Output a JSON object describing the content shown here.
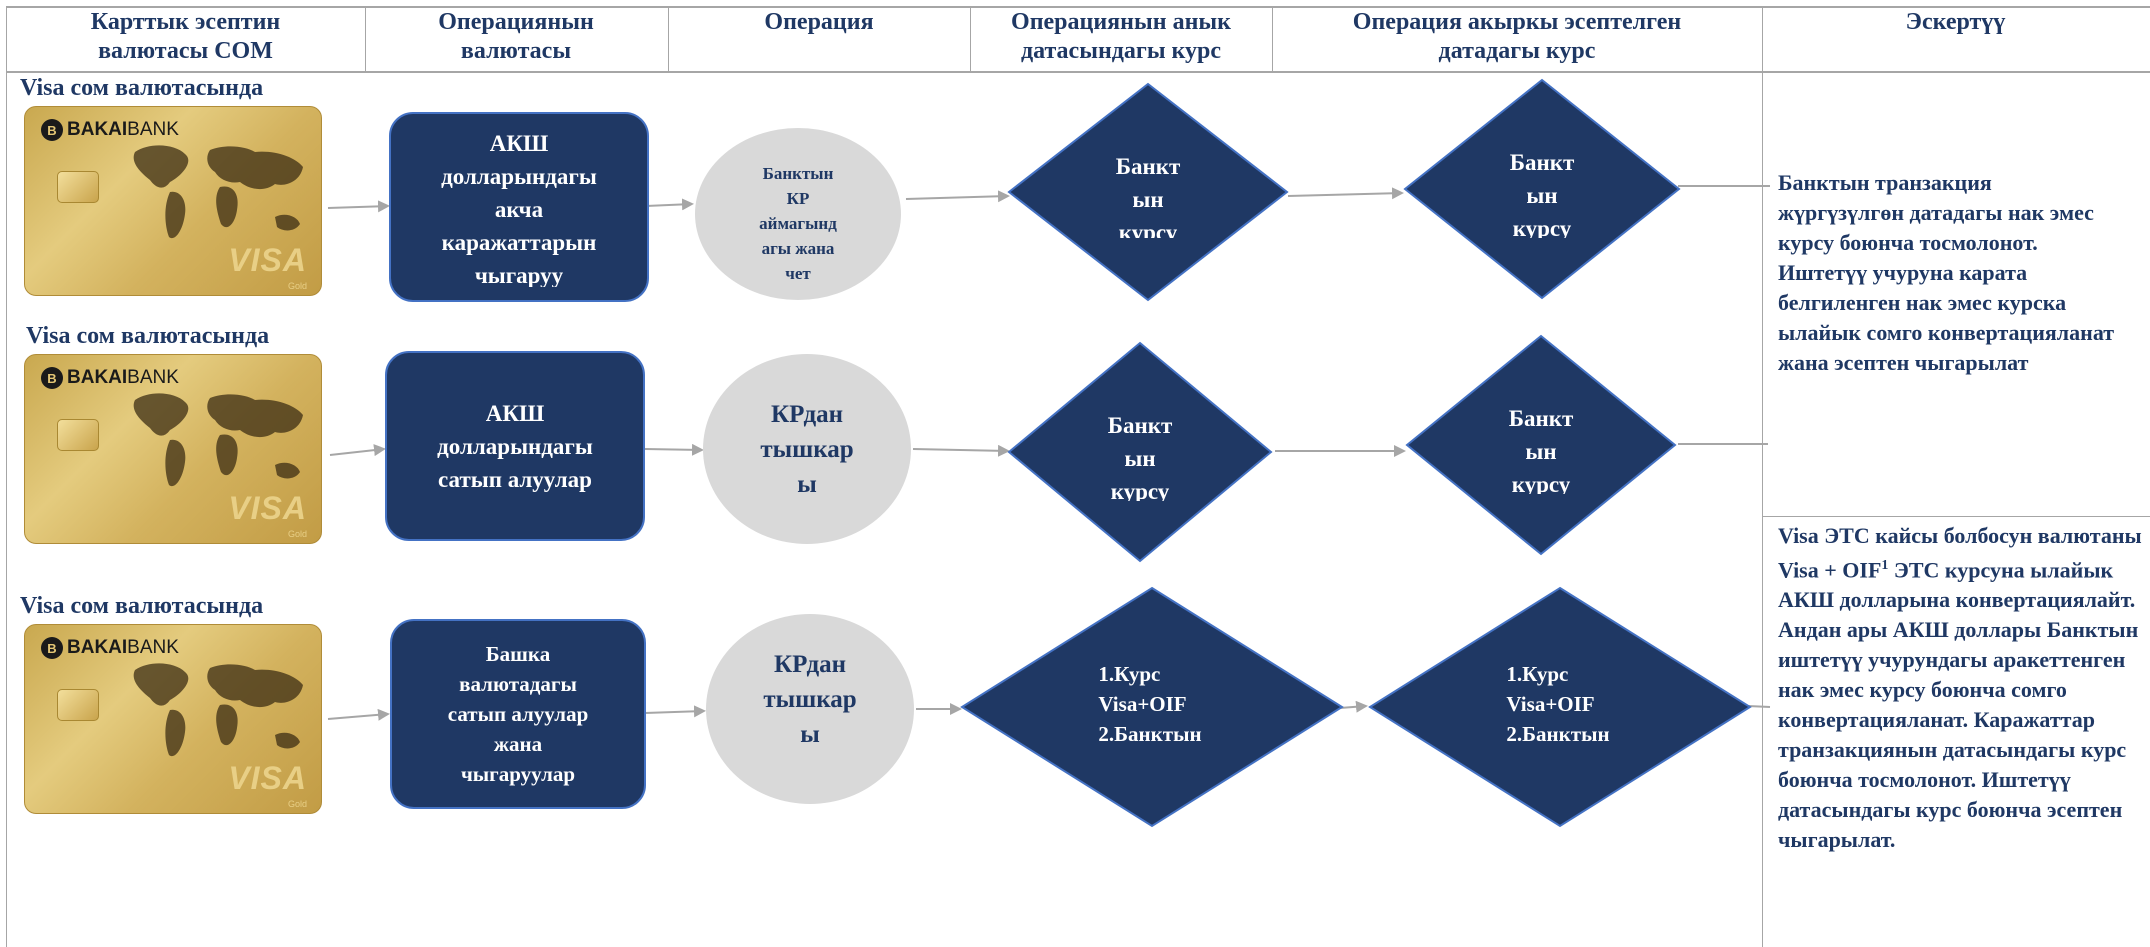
{
  "headers": [
    {
      "line1": "Карттык эсептин",
      "line2": "валютасы СОМ"
    },
    {
      "line1": "Операциянын",
      "line2": "валютасы"
    },
    {
      "line1": "Операция",
      "line2": ""
    },
    {
      "line1": "Операциянын анык",
      "line2": "датасындагы курс"
    },
    {
      "line1": "Операция акыркы эсептелген",
      "line2": "датадагы курс"
    },
    {
      "line1": "Эскертүү",
      "line2": ""
    }
  ],
  "card": {
    "bank_bold": "BAKAI",
    "bank_light": "BANK",
    "brand": "VISA",
    "tier": "Gold"
  },
  "rows": [
    {
      "title": "Visa сом валютасында",
      "currency": [
        "АКШ",
        "долларындагы",
        "акча",
        "каражаттарын",
        "чыгаруу"
      ],
      "operation": [
        "Банктын",
        "КР",
        "аймагынд",
        "агы жана",
        "чет"
      ],
      "rate_actual": [
        "Банкт",
        "ын",
        "курсу"
      ],
      "rate_final": [
        "Банкт",
        "ын",
        "курсу"
      ]
    },
    {
      "title": "Visa сом валютасында",
      "currency": [
        "АКШ",
        "долларындагы",
        "сатып алуулар"
      ],
      "operation": [
        "КРдан",
        "тышкар",
        "ы"
      ],
      "rate_actual": [
        "Банкт",
        "ын",
        "курсу"
      ],
      "rate_final": [
        "Банкт",
        "ын",
        "курсу"
      ]
    },
    {
      "title": "Visa сом валютасында",
      "currency": [
        "Башка",
        "валютадагы",
        "сатып алуулар",
        "жана",
        "чыгаруулар"
      ],
      "operation": [
        "КРдан",
        "тышкар",
        "ы"
      ],
      "rate_actual": [
        "1.Курс",
        "Visa+OIF",
        "2.Банктын"
      ],
      "rate_final": [
        "1.Курс",
        "Visa+OIF",
        "2.Банктын"
      ]
    }
  ],
  "notes": {
    "note1": "Банктын транзакция жүргүзүлгөн датадагы нак эмес курсу боюнча тосмолонот. Иштетүү учуруна карата белгиленген нак эмес курска ылайык сомго конвертацияланат жана эсептен чыгарылат",
    "note2_a": "Visa ЭТС кайсы болбосун валютаны Visa + OIF",
    "note2_sup": "1",
    "note2_b": " ЭТС курсуна ылайык АКШ долларына конвертациялайт. Андан ары АКШ доллары Банктын иштетүү учурундагы аракеттенген нак эмес курсу боюнча сомго конвертацияланат. Каражаттар транзакциянын датасындагы курс боюнча тосмолонот. Иштетүү датасындагы курс боюнча эсептен чыгарылат."
  },
  "colors": {
    "navy": "#1f3864",
    "shape_border": "#4472c4",
    "circle": "#d9d9d9",
    "connector": "#a6a6a6",
    "card_gold": "#d3b25e"
  }
}
